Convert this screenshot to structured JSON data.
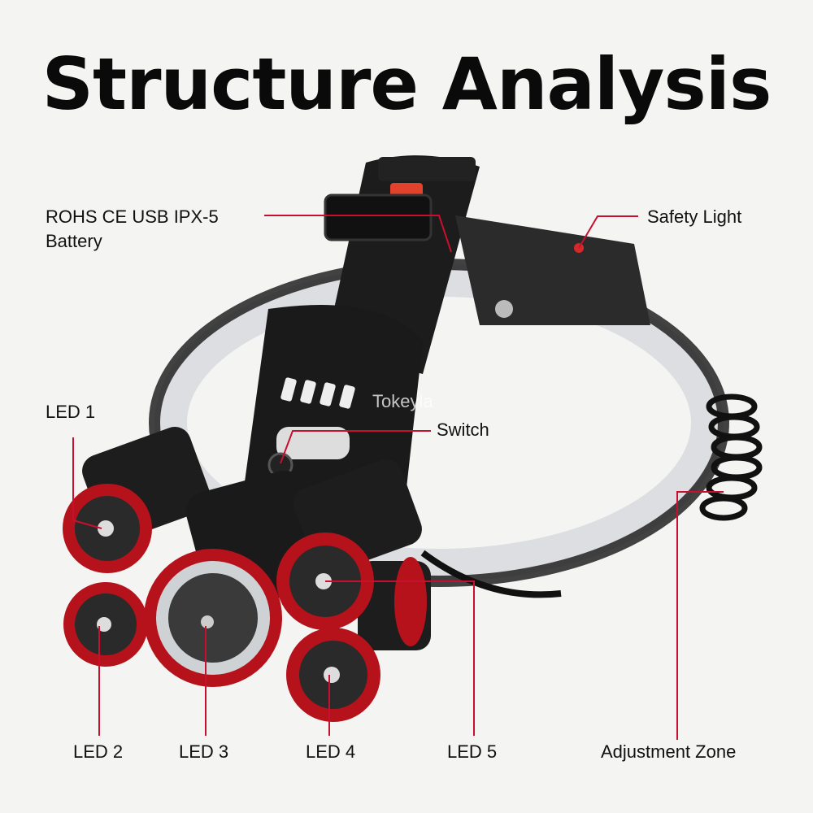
{
  "title": "Structure Analysis",
  "watermark": "Tokeyla",
  "labels": {
    "battery_line1": "ROHS CE USB IPX-5",
    "battery_line2": "Battery",
    "safety_light": "Safety Light",
    "led1": "LED 1",
    "switch": "Switch",
    "led2": "LED 2",
    "led3": "LED 3",
    "led4": "LED 4",
    "led5": "LED 5",
    "adjustment_zone": "Adjustment Zone"
  },
  "colors": {
    "leader": "#c8102e",
    "rim": "#b5121b",
    "body": "#1a1a1a"
  }
}
